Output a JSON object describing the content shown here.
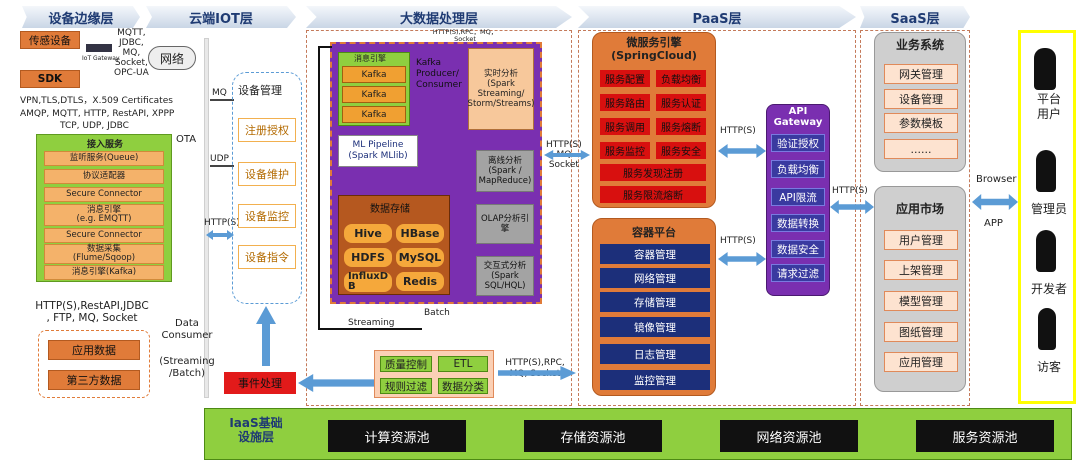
{
  "headers": {
    "edge": "设备边缘层",
    "iot": "云端IOT层",
    "bigdata": "大数据处理层",
    "paas": "PaaS层",
    "saas": "SaaS层"
  },
  "edge": {
    "sensor": "传感设备",
    "sdk": "SDK",
    "iot_gateway_small": "IoT Gateway",
    "protocols": "MQTT,\nJDBC,\nMQ,\nSocket,\nOPC-UA",
    "network": "网络",
    "security_line1": "VPN,TLS,DTLS，X.509 Certificates",
    "security_line2": "AMQP, MQTT, HTTP, RestAPI, XPPP",
    "security_line3": "TCP, UDP, JDBC",
    "access_title": "接入服务",
    "access_items": [
      "监听服务(Queue)",
      "协议适配器",
      "Secure Connector",
      "消息引擎\n(e.g. EMQTT)",
      "Secure Connector",
      "数据采集\n(Flume/Sqoop)",
      "消息引擎(Kafka)"
    ],
    "bottom_protocols": "HTTP(S),RestAPI,JDBC\n, FTP, MQ, Socket",
    "app_data": "应用数据",
    "third_data": "第三方数据"
  },
  "iot": {
    "labels": {
      "mq": "MQ",
      "ota": "OTA",
      "udp": "UDP",
      "https": "HTTP(S)",
      "data_consumer": "Data\nConsumer",
      "streaming_batch": "(Streaming\n/Batch)"
    },
    "items": [
      "设备管理",
      "注册授权",
      "设备维护",
      "设备监控",
      "设备指令"
    ],
    "event": "事件处理"
  },
  "bigdata": {
    "top_label": "HTTP(S),RPC，MQ，\nSocket",
    "msg_engine": "消息引擎",
    "kafka": [
      "Kafka",
      "Kafka",
      "Kafka"
    ],
    "producer": "Kafka\nProducer/\nConsumer",
    "realtime": "实时分析\n(Spark\nStreaming/\nStorm/Streams)",
    "ml": "ML Pipeline\n(Spark MLlib)",
    "offline": "离线分析\n(Spark /\nMapReduce)",
    "storage_title": "数据存储",
    "dbs": [
      "Hive",
      "HBase",
      "HDFS",
      "MySQL",
      "InfluxD\nB",
      "Redis"
    ],
    "olap": "OLAP分析引\n擎",
    "interactive": "交互式分析\n(Spark\nSQL/HQL)",
    "streaming": "Streaming",
    "batch": "Batch",
    "processing": [
      "质量控制",
      "ETL",
      "规则过滤",
      "数据分类"
    ],
    "mq_socket": "HTTP(S),RPC,\nMQ, Socket"
  },
  "paas": {
    "micro_title": "微服务引擎\n(SpringCloud)",
    "micro_cells": [
      "服务配置",
      "负载均衡",
      "服务路由",
      "服务认证",
      "服务调用",
      "服务熔断",
      "服务监控",
      "服务安全"
    ],
    "micro_wide": [
      "服务发现注册",
      "服务限流熔断"
    ],
    "container_title": "容器平台",
    "container_items": [
      "容器管理",
      "网络管理",
      "存储管理",
      "镜像管理",
      "日志管理",
      "监控管理"
    ],
    "arrow_https1": "HTTP(S)",
    "arrow_mq": "HTTP(S)\nMQ\nSocket",
    "arrow_https2": "HTTP(S)",
    "arrow_https3": "HTTP(S)",
    "gateway_title": "API\nGateway",
    "gateway_items": [
      "验证授权",
      "负载均衡",
      "API限流",
      "数据转换",
      "数据安全",
      "请求过滤"
    ]
  },
  "saas": {
    "biz_title": "业务系统",
    "biz_items": [
      "网关管理",
      "设备管理",
      "参数模板",
      "......"
    ],
    "market_title": "应用市场",
    "market_items": [
      "用户管理",
      "上架管理",
      "模型管理",
      "图纸管理",
      "应用管理"
    ],
    "arrow_https": "HTTP(S)",
    "browser": "Browser",
    "app": "APP"
  },
  "users": [
    "平台\n用户",
    "管理员",
    "开发者",
    "访客"
  ],
  "iaas": {
    "title": "IaaS基础\n设施层",
    "cells": [
      "计算资源池",
      "存储资源池",
      "网络资源池",
      "服务资源池"
    ]
  },
  "colors": {
    "purple": "#7a2fb0",
    "orange": "#e07b39",
    "red": "#d8100f",
    "navy": "#1c2f7a",
    "green": "#8fcf3f",
    "yellow": "#ffff00",
    "arrow_blue": "#5b9bd5"
  }
}
